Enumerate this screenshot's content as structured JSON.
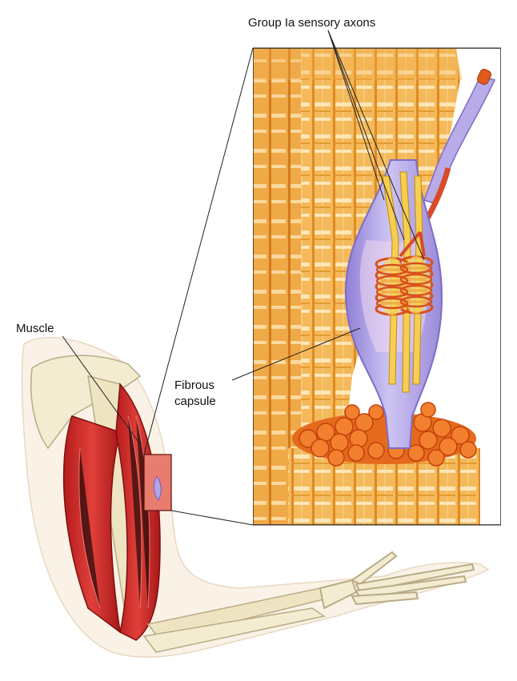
{
  "figure": {
    "labels": {
      "group_ia_sensory_axons": "Group Ia sensory axons",
      "muscle": "Muscle",
      "fibrous_capsule_line1": "Fibrous",
      "fibrous_capsule_line2": "capsule"
    },
    "colors": {
      "background": "#ffffff",
      "muscle_fiber": "#f4b95a",
      "muscle_fiber_dark": "#e59a2f",
      "muscle_fiber_light": "#fde6b8",
      "capsule": "#b3a5e6",
      "capsule_dark": "#8270c8",
      "intrafusal": "#f7d048",
      "axon": "#d84a2a",
      "arm_muscle": "#d32a2a",
      "bone": "#f3ecd0"
    }
  }
}
